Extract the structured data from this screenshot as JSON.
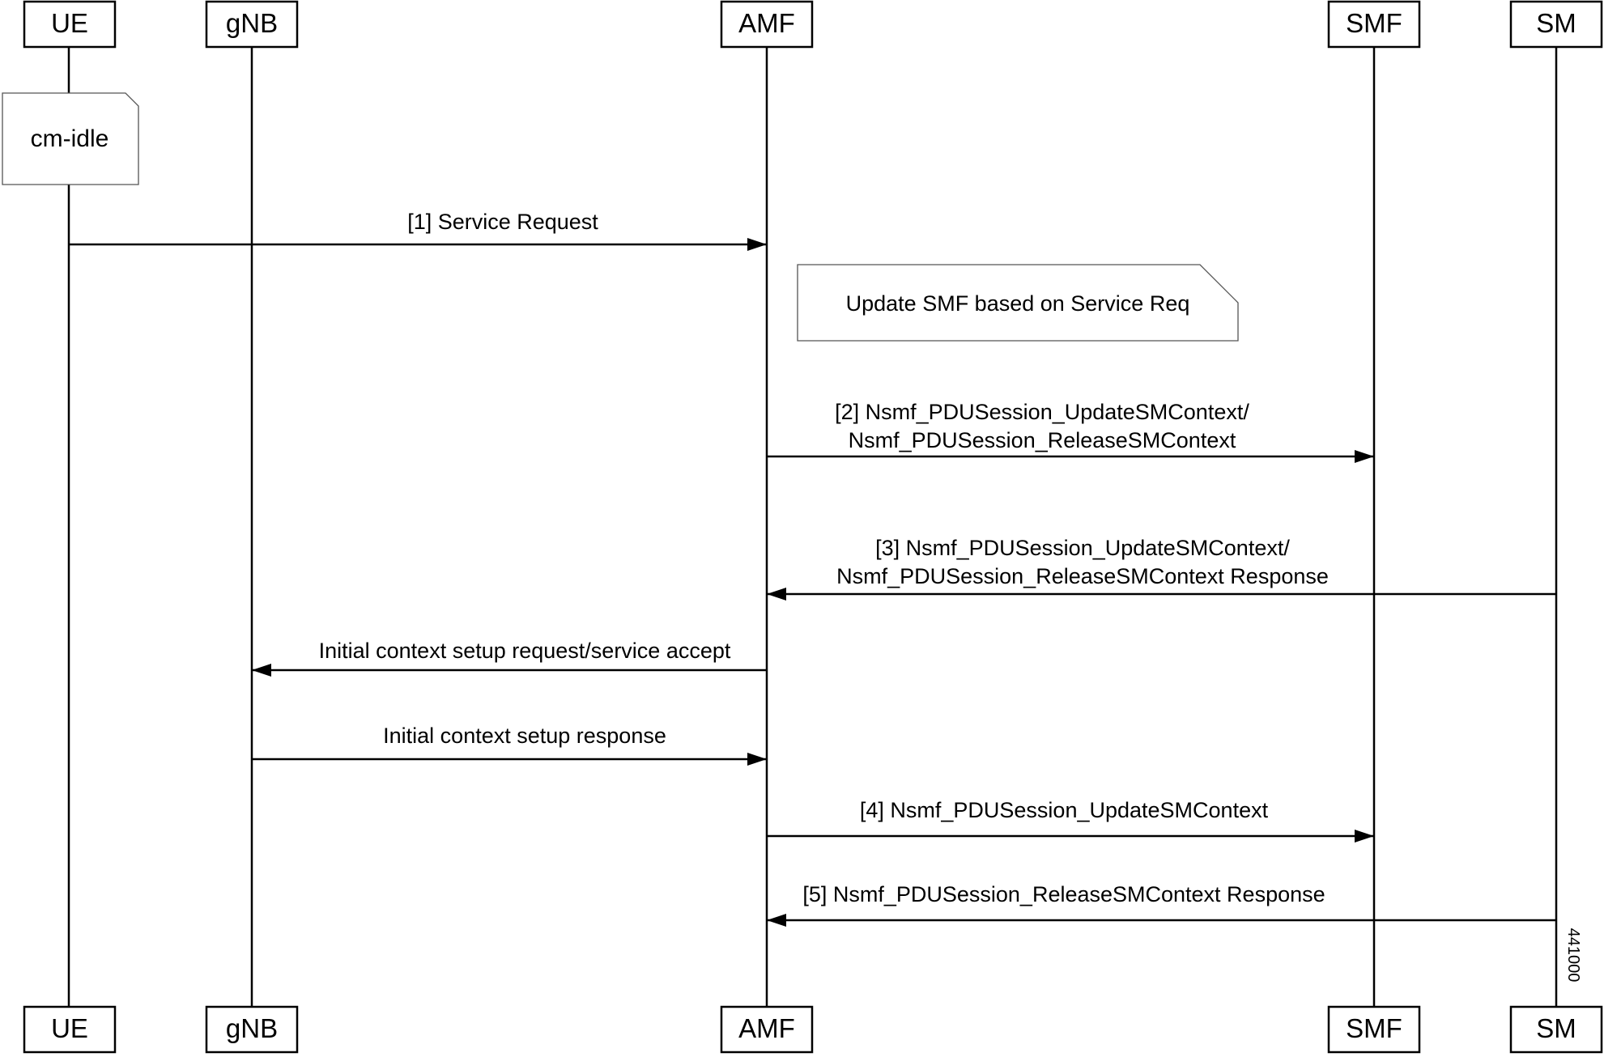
{
  "participants": [
    {
      "id": "ue",
      "label": "UE"
    },
    {
      "id": "gnb",
      "label": "gNB"
    },
    {
      "id": "amf",
      "label": "AMF"
    },
    {
      "id": "smf",
      "label": "SMF"
    },
    {
      "id": "sm",
      "label": "SM"
    }
  ],
  "notes": {
    "cm_idle": "cm-idle",
    "update_smf": "Update SMF based on Service Req"
  },
  "messages": [
    {
      "from": "ue",
      "to": "amf",
      "lines": [
        "[1] Service Request"
      ]
    },
    {
      "from": "amf",
      "to": "smf",
      "lines": [
        "[2] Nsmf_PDUSession_UpdateSMContext/",
        "Nsmf_PDUSession_ReleaseSMContext"
      ]
    },
    {
      "from": "sm",
      "to": "amf",
      "lines": [
        "[3] Nsmf_PDUSession_UpdateSMContext/",
        "Nsmf_PDUSession_ReleaseSMContext Response"
      ]
    },
    {
      "from": "amf",
      "to": "gnb",
      "lines": [
        "Initial context setup request/service accept"
      ]
    },
    {
      "from": "gnb",
      "to": "amf",
      "lines": [
        "Initial context setup response"
      ]
    },
    {
      "from": "amf",
      "to": "smf",
      "lines": [
        "[4] Nsmf_PDUSession_UpdateSMContext"
      ]
    },
    {
      "from": "sm",
      "to": "amf",
      "lines": [
        "[5] Nsmf_PDUSession_ReleaseSMContext Response"
      ]
    }
  ],
  "figure_id": "441000"
}
